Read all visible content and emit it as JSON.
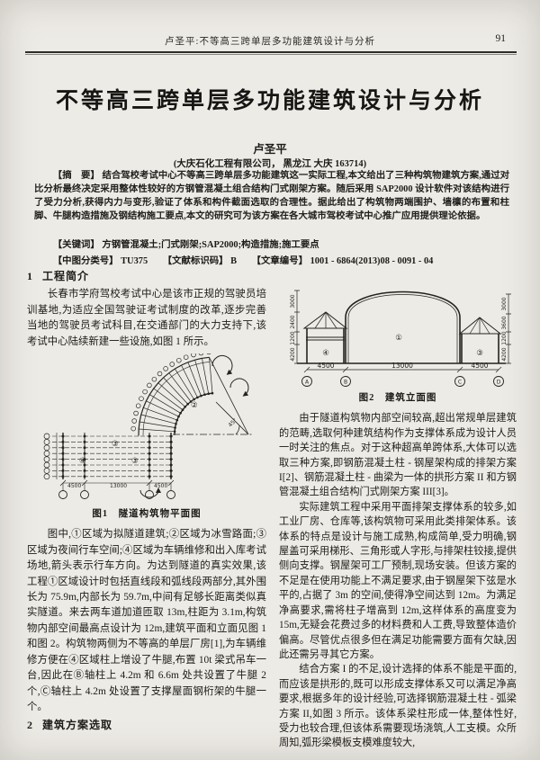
{
  "page": {
    "running_title": "卢圣平:不等高三跨单层多功能建筑设计与分析",
    "number": "91"
  },
  "article": {
    "title": "不等高三跨单层多功能建筑设计与分析",
    "author": "卢圣平",
    "affiliation": "(大庆石化工程有限公司， 黑龙江 大庆 163714)"
  },
  "abstract": {
    "label": "【摘　要】",
    "text": " 结合驾校考试中心不等高三跨单层多功能建筑这一实际工程,本文给出了三种构筑物建筑方案,通过对比分析最终决定采用整体性较好的方钢管混凝土组合结构门式刚架方案。随后采用 SAP2000 设计软件对该结构进行了受力分析,获得内力与变形,验证了体系和构件截面选取的合理性。据此给出了构筑物两端围护、墙檩的布置和柱脚、牛腿构造措施及钢结构施工要点,本文的研究可为该方案在各大城市驾校考试中心推广应用提供理论依据。"
  },
  "keywords": {
    "label": "【关键词】",
    "text": " 方钢管混凝土;门式刚架;SAP2000;构造措施;施工要点"
  },
  "meta": {
    "clc_label": "【中图分类号】",
    "clc": " TU375",
    "doc_label": "【文献标识码】",
    "doc_code": " B",
    "id_label": "【文章编号】",
    "article_id": " 1001 - 6864(2013)08 - 0091 - 04"
  },
  "section1": {
    "number": "1",
    "title": "工程简介",
    "para": "长春市学府驾校考试中心是该市正规的驾驶员培训基地,为适应全国驾驶证考试制度的改革,逐步完善当地的驾驶员考试科目,在交通部门的大力支持下,该考试中心陆续新建一些设施,如图 1 所示。"
  },
  "figure1": {
    "caption": "图1　隧道构筑物平面图",
    "dim_left": "4500",
    "dim_mid": "13000",
    "dim_right": "4500",
    "angle": "45°",
    "label_fan": "②",
    "label_top": "③",
    "label_left": "④",
    "label_right": "③"
  },
  "left_para2": "图中,①区域为拟隧道建筑;②区域为冰雪路面;③区域为夜间行车空间;④区域为车辆维修和出入库考试场地,箭头表示行车方向。为达到隧道的真实效果,该工程①区域设计时包括直线段和弧线段两部分,其外围长为 75.9m,内部长为 59.7m,中间有足够长距离类似真实隧道。来去两车道加道匝取 13m,柱距为 3.1m,构筑物内部空间最高点设计为 12m,建筑平面和立面见图 1 和图 2。构筑物两侧为不等高的单层厂房[1],为车辆维修方便在④区域柱上增设了牛腿,布置 10t 梁式吊车一台,因此在Ⓑ轴柱上 4.2m 和 6.6m 处共设置了牛腿 2 个,Ⓒ轴柱上 4.2m 处设置了支撑屋面钢桁架的牛腿一个。",
  "section2": {
    "number": "2",
    "title": "建筑方案选取"
  },
  "figure2": {
    "caption": "图2　建筑立面图",
    "dim_left": "4500",
    "dim_mid": "13000",
    "dim_right": "4500",
    "left_dims": {
      "d1": "3000",
      "d2": "2400",
      "d3": "1200",
      "d4": "4200"
    },
    "right_dims": {
      "d1": "3000",
      "d2": "3600",
      "d3": "1200",
      "d4": "4200"
    },
    "label_center": "①",
    "label_left": "④",
    "label_right": "③",
    "axis_a": "A",
    "axis_b": "B",
    "axis_c": "C",
    "axis_d": "D"
  },
  "right_paras": {
    "p1": "由于隧道构筑物内部空间较高,超出常规单层建筑的范畴,选取何种建筑结构作为支撑体系成为设计人员一时关注的焦点。对于这种超高单跨体系,大体可以选取三种方案,即钢筋混凝土柱 - 钢屋架构成的排架方案 I[2]、钢筋混凝土柱 - 曲梁为一体的拱形方案 II 和方钢管混凝土组合结构门式刚架方案 III[3]。",
    "p2": "实际建筑工程中采用平面排架支撑体系的较多,如工业厂房、仓库等,该构筑物可采用此类排架体系。该体系的特点是设计与施工成熟,构成简单,受力明确,钢屋盖可采用梯形、三角形或人字形,与排架柱铰接,提供侧向支撑。钢屋架可工厂预制,现场安装。但该方案的不足是在使用功能上不满足要求,由于钢屋架下弦是水平的,占据了 3m 的空间,使得净空间达到 12m。为满足净高要求,需将柱子增高到 12m,这样体系的高度变为 15m,无疑会花费过多的材料费和人工费,导致整体造价偏高。尽管优点很多但在满足功能需要方面有欠缺,因此还需另寻其它方案。",
    "p3": "结合方案 I 的不足,设计选择的体系不能是平面的,而应该是拱形的,既可以形成支撑体系又可以满足净高要求,根据多年的设计经验,可选择钢筋混凝土柱 - 弧梁方案 II,如图 3 所示。该体系梁柱形成一体,整体性好,受力也较合理,但该体系需要现场浇筑,人工支模。众所周知,弧形梁模板支模难度较大,"
  }
}
